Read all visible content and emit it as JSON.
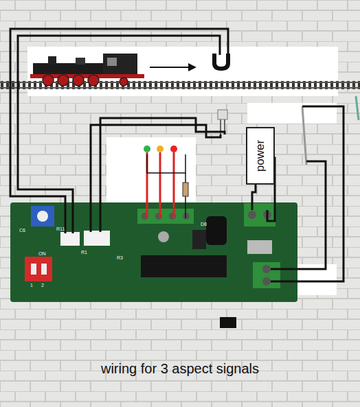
{
  "diagram": {
    "caption": "wiring for 3 aspect signals",
    "nodes": [
      {
        "text": [
          "power"
        ]
      }
    ],
    "edges": [],
    "labels": [
      "R11",
      "C6",
      "ON",
      "1",
      "2",
      "R1",
      "R3",
      "D8"
    ]
  }
}
